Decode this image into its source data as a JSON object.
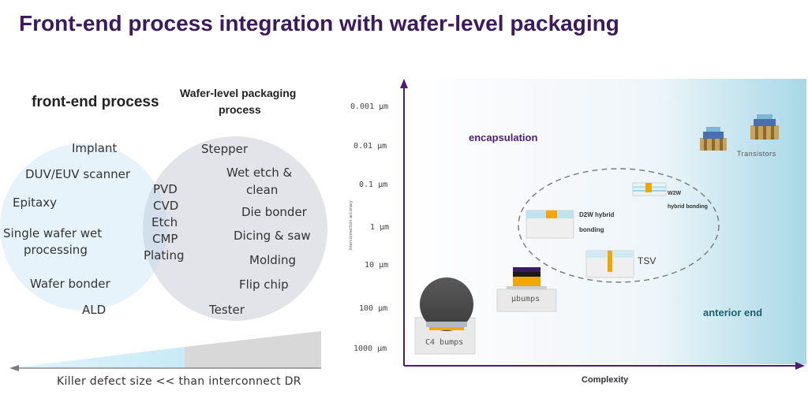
{
  "title": "Front-end process integration with wafer-level packaging",
  "venn": {
    "left_title": "front-end process",
    "right_title_lines": [
      "Wafer-level packaging",
      "process"
    ],
    "left_only": [
      "Implant",
      "DUV/EUV scanner",
      "Epitaxy",
      "Single wafer wet",
      "processing",
      "Wafer bonder",
      "ALD"
    ],
    "overlap": [
      "PVD",
      "CVD",
      "Etch",
      "CMP",
      "Plating"
    ],
    "right_only": [
      "Stepper",
      "Wet etch &",
      "clean",
      "Die bonder",
      "Dicing & saw",
      "Molding",
      "Flip chip",
      "Tester"
    ],
    "colors": {
      "left_circle": "#e6f3fa",
      "right_circle": "#e3e3ea",
      "overlap": "#d3dfeb"
    }
  },
  "defect_bar": {
    "caption": "Killer defect size << than interconnect DR"
  },
  "chart": {
    "y_axis_label": "Interconnection accuracy",
    "y_ticks": [
      "0.001 µm",
      "0.01 µm",
      "0.1 µm",
      "1 µm",
      "10 µm",
      "100 µm",
      "1000 µm"
    ],
    "x_axis_label": "Complexity",
    "region_labels": {
      "top_left": "encapsulation",
      "bottom_right": "anterior end"
    },
    "items": {
      "c4": "C4 bumps",
      "ubumps": "µbumps",
      "tsv": "TSV",
      "d2w": [
        "D2W hybrid",
        "bonding"
      ],
      "w2w": [
        "W2W",
        "hybrid bonding"
      ],
      "transistors": "Transistors"
    },
    "colors": {
      "axis": "#4a1f73",
      "gradient_end": "#a8d8e6",
      "bump": "#f0a800",
      "region_text": "#4a1f73",
      "anterior_text": "#1f5f6e"
    }
  }
}
